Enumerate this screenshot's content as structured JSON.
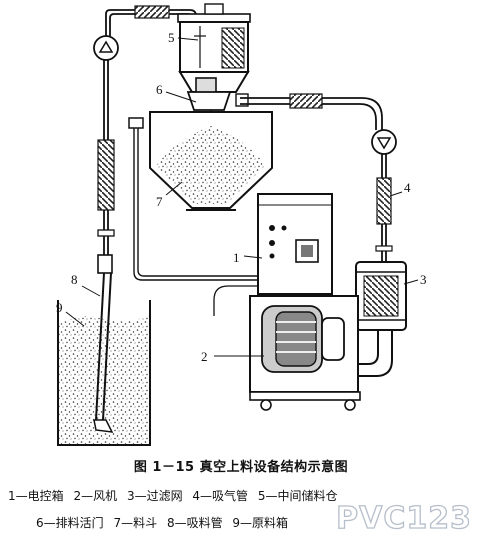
{
  "figure": {
    "caption": "图 1－15   真空上料设备结构示意图",
    "labels": [
      "1",
      "2",
      "3",
      "4",
      "5",
      "6",
      "7",
      "8",
      "9"
    ],
    "legend_row1": [
      "1—电控箱",
      "2—风机",
      "3—过滤网",
      "4—吸气管",
      "5—中间储料仓"
    ],
    "legend_row2": [
      "6—排料活门",
      "7—料斗",
      "8—吸料管",
      "9—原料箱"
    ],
    "watermark_text": "PVC123"
  }
}
